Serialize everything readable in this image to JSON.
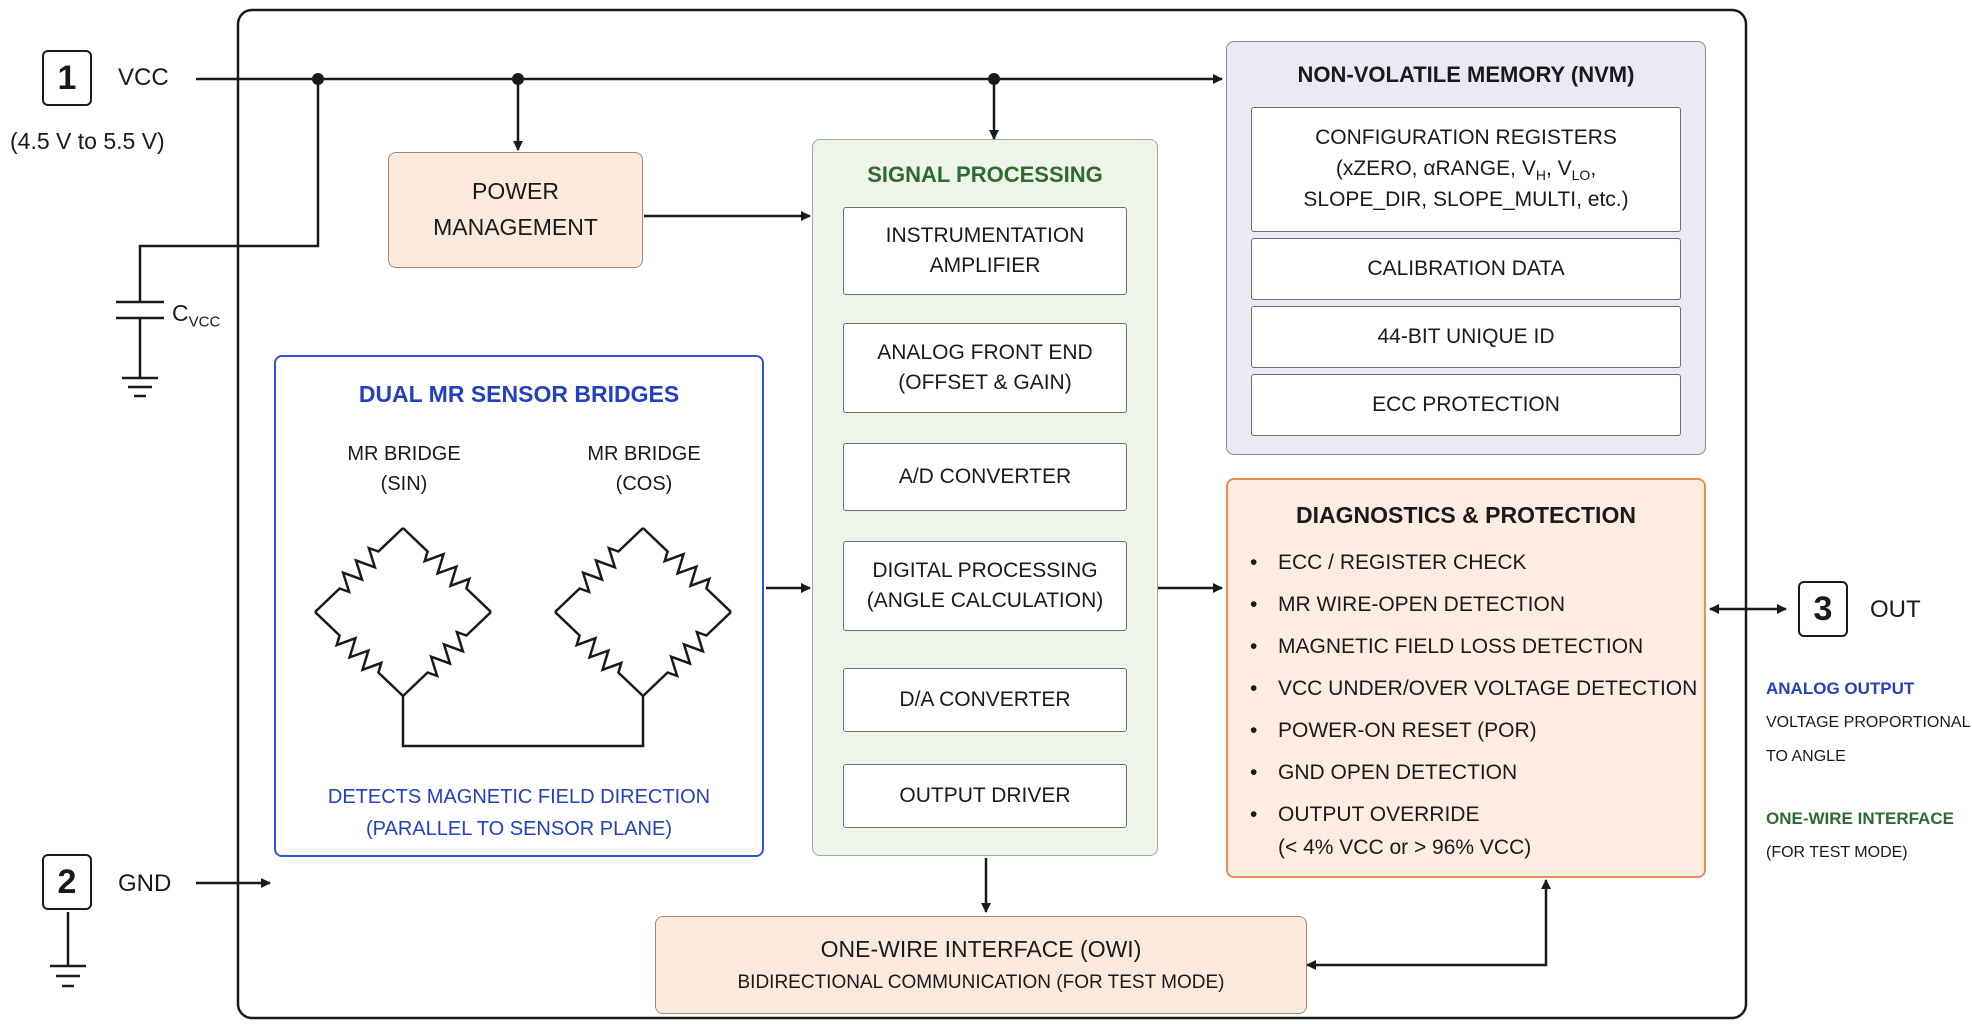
{
  "pins": {
    "vcc": {
      "number": "1",
      "label": "VCC",
      "range": "(4.5 V to 5.5 V)"
    },
    "gnd": {
      "number": "2",
      "label": "GND"
    },
    "out": {
      "number": "3",
      "label": "OUT"
    }
  },
  "capacitor": {
    "label": "C",
    "subscript": "VCC"
  },
  "power_management": {
    "line1": "POWER",
    "line2": "MANAGEMENT"
  },
  "signal_processing": {
    "title": "SIGNAL PROCESSING",
    "stages": [
      {
        "line1": "INSTRUMENTATION",
        "line2": "AMPLIFIER"
      },
      {
        "line1": "ANALOG FRONT END",
        "line2": "(OFFSET & GAIN)"
      },
      {
        "line1": "A/D CONVERTER",
        "line2": ""
      },
      {
        "line1": "DIGITAL PROCESSING",
        "line2": "(ANGLE CALCULATION)"
      },
      {
        "line1": "D/A CONVERTER",
        "line2": ""
      },
      {
        "line1": "OUTPUT DRIVER",
        "line2": ""
      }
    ]
  },
  "nvm": {
    "title": "NON-VOLATILE MEMORY (NVM)",
    "config": {
      "line1": "CONFIGURATION REGISTERS",
      "line2_a": "(xZERO, αRANGE, V",
      "line2_sub_h": "H",
      "line2_b": ", V",
      "line2_sub_lo": "LO",
      "line2_c": ",",
      "line3": "SLOPE_DIR, SLOPE_MULTI, etc.)"
    },
    "items": [
      "CALIBRATION DATA",
      "44-BIT UNIQUE ID",
      "ECC PROTECTION"
    ]
  },
  "mr_bridges": {
    "title": "DUAL MR SENSOR BRIDGES",
    "sin": {
      "line1": "MR BRIDGE",
      "line2": "(SIN)"
    },
    "cos": {
      "line1": "MR BRIDGE",
      "line2": "(COS)"
    },
    "caption_line1": "DETECTS MAGNETIC FIELD DIRECTION",
    "caption_line2": "(PARALLEL TO SENSOR PLANE)"
  },
  "diagnostics": {
    "title": "DIAGNOSTICS & PROTECTION",
    "items": [
      "ECC / REGISTER CHECK",
      "MR WIRE-OPEN DETECTION",
      "MAGNETIC FIELD LOSS DETECTION",
      "VCC UNDER/OVER VOLTAGE DETECTION",
      "POWER-ON RESET (POR)",
      "GND OPEN DETECTION",
      "OUTPUT OVERRIDE"
    ],
    "override_detail": "(< 4% VCC or > 96% VCC)"
  },
  "owi": {
    "title": "ONE-WIRE INTERFACE (OWI)",
    "subtitle": "BIDIRECTIONAL COMMUNICATION (FOR TEST MODE)"
  },
  "output_notes": {
    "analog_title": "ANALOG OUTPUT",
    "analog_line1": "VOLTAGE PROPORTIONAL",
    "analog_line2": "TO ANGLE",
    "owi_title": "ONE-WIRE INTERFACE",
    "owi_line1": "(FOR TEST MODE)"
  },
  "colors": {
    "wire": "#1a1a1a",
    "power_fill": "#fbeadb",
    "signal_fill": "#eef4ea",
    "signal_title": "#2e6b2e",
    "nvm_fill": "#ece8f6",
    "mr_border": "#2f55d4",
    "mr_text": "#2340c0",
    "diag_fill": "#fdecdf",
    "diag_border": "#f08a5a",
    "owi_fill": "#fbeadb",
    "analog_note": "#2340c0",
    "owi_note": "#2e6b2e"
  }
}
